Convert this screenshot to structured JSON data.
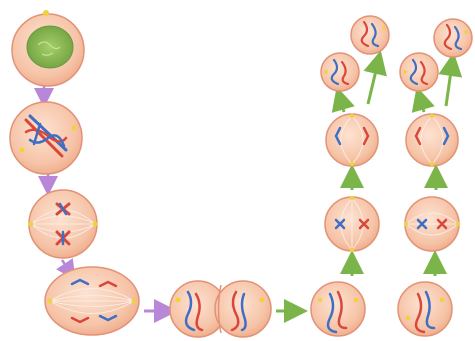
{
  "diagram": {
    "kind": "meiosis-cell-division",
    "labels": [],
    "colors": {
      "cell_fill": "#f6c4a8",
      "cell_inner": "#fbd9c4",
      "cell_stroke": "#e29277",
      "nucleus_fill": "#8fbf55",
      "nucleus_stroke": "#6a9a3a",
      "chrom_red": "#d9473c",
      "chrom_blue": "#3f6fc4",
      "centrosome": "#f0d23a",
      "spindle": "#f7e8de",
      "arrow_purple": "#b987d8",
      "arrow_green": "#7bb54a"
    },
    "arrow_colors_used": [
      "purple",
      "green"
    ]
  }
}
